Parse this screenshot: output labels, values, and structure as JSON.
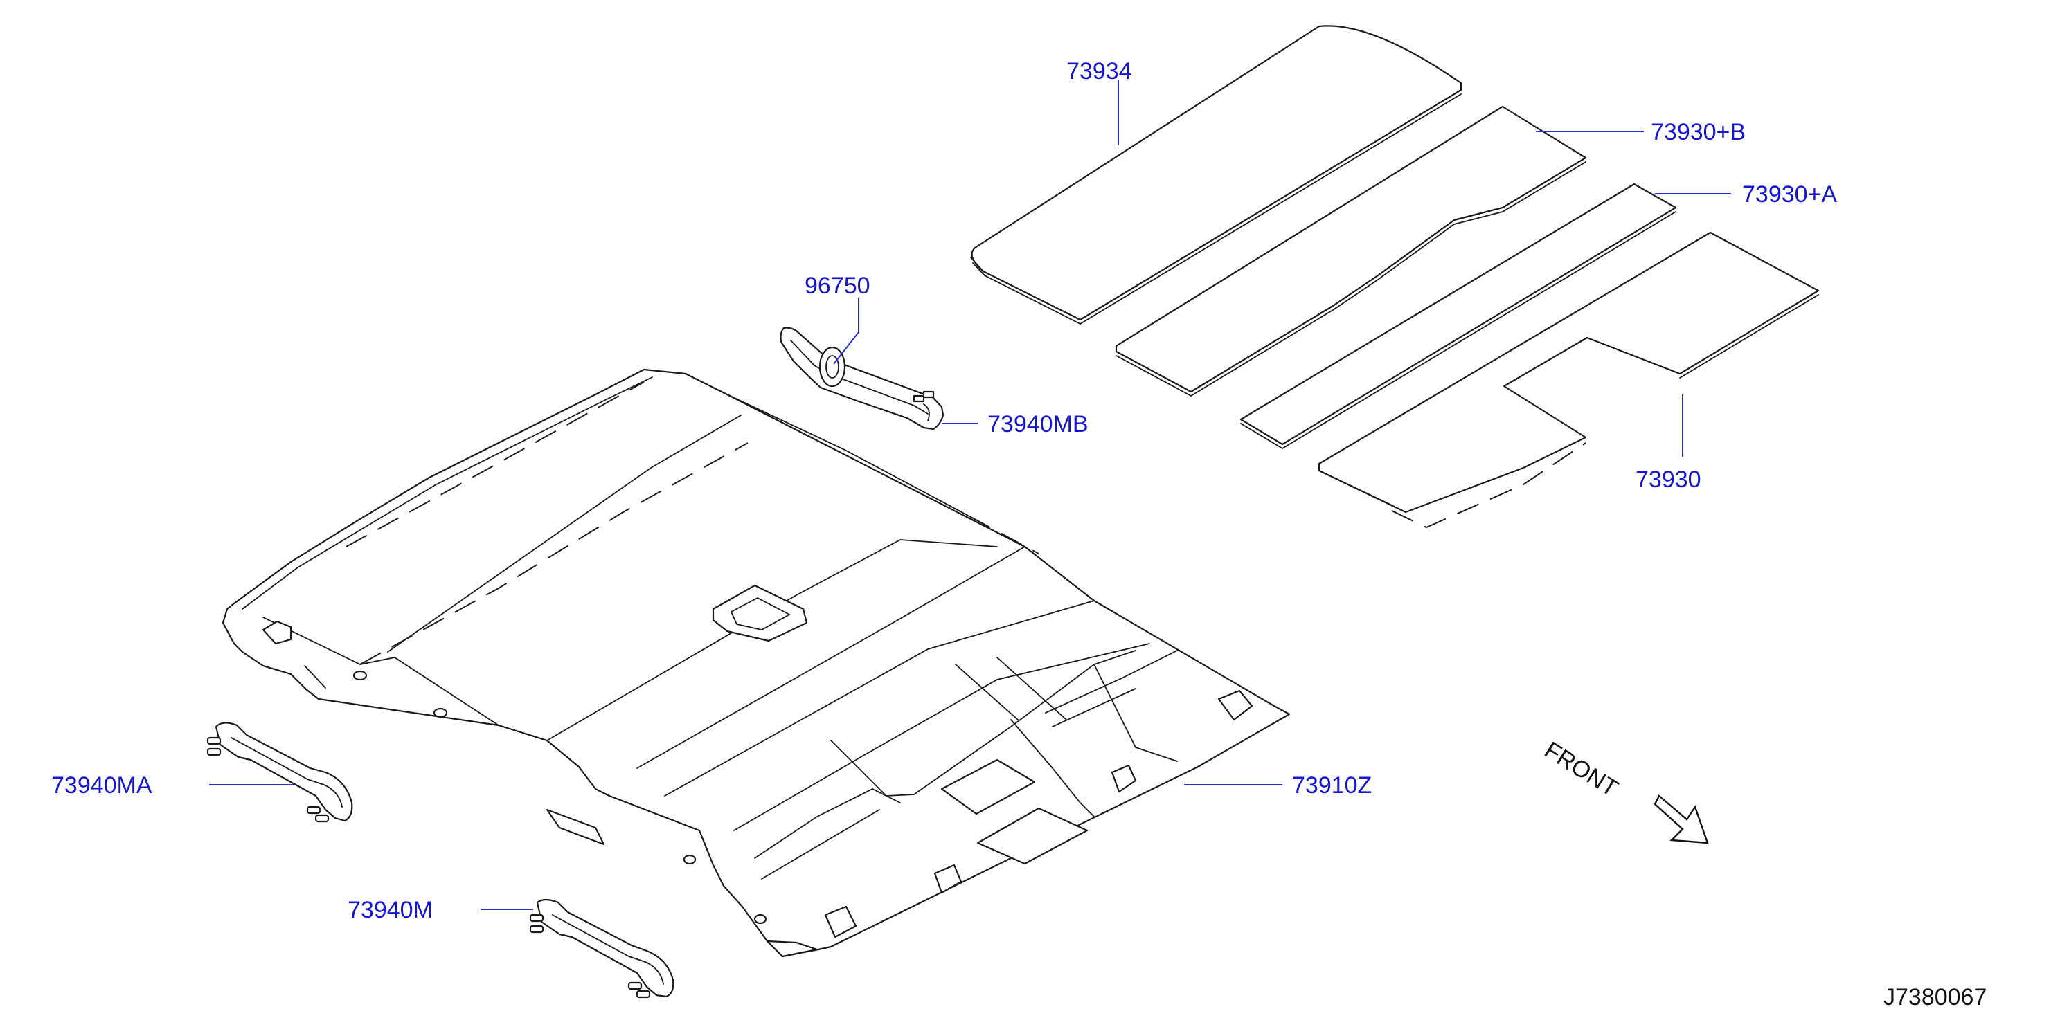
{
  "colors": {
    "callout_text": "#1515d0",
    "leader_line": "#2a2ad8",
    "linework": "#1a1a1a",
    "background": "#ffffff"
  },
  "callouts": {
    "c73934": "73934",
    "c73930B": "73930+B",
    "c73930A": "73930+A",
    "c73930": "73930",
    "c96750": "96750",
    "c73940MB": "73940MB",
    "c73910Z": "73910Z",
    "c73940MA": "73940MA",
    "c73940M": "73940M"
  },
  "front_label": "FRONT",
  "diagram_ref": "J7380067"
}
